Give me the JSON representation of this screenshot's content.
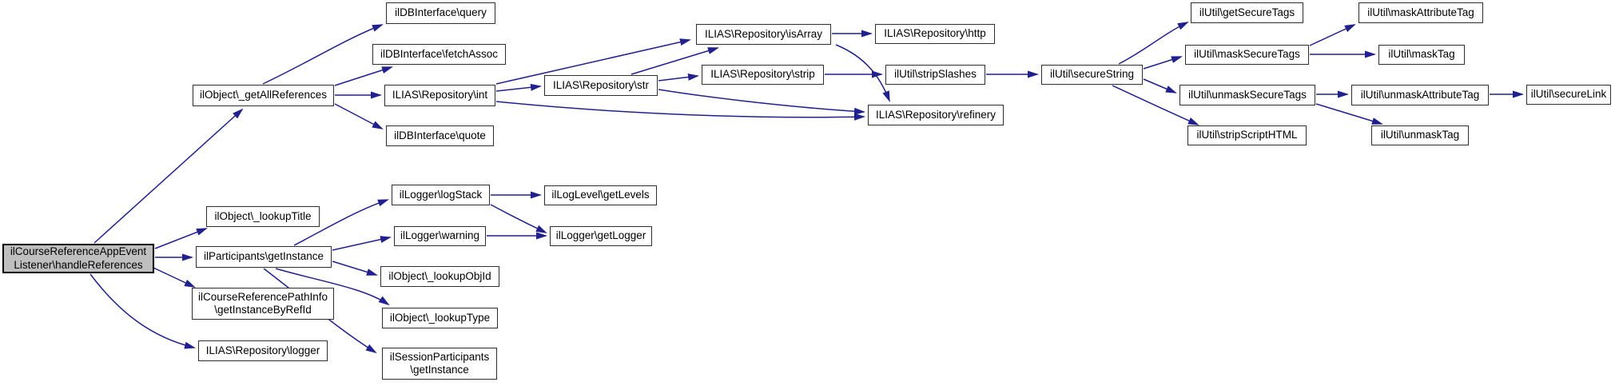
{
  "diagram": {
    "type": "call-graph",
    "background_color": "#ffffff",
    "edge_color": "#20208f",
    "node_fill": "#ffffff",
    "node_border_color": "#2e2e2e",
    "highlighted_node_fill": "#bfbfbf"
  },
  "nodes": {
    "handleReferences": {
      "label": "ilCourseReferenceAppEvent\nListener\\handleReferences",
      "highlighted": true
    },
    "getAllReferences": {
      "label": "ilObject\\_getAllReferences"
    },
    "query": {
      "label": "ilDBInterface\\query"
    },
    "fetchAssoc": {
      "label": "ilDBInterface\\fetchAssoc"
    },
    "int": {
      "label": "ILIAS\\Repository\\int"
    },
    "quote": {
      "label": "ilDBInterface\\quote"
    },
    "str": {
      "label": "ILIAS\\Repository\\str"
    },
    "isArray": {
      "label": "ILIAS\\Repository\\isArray"
    },
    "http": {
      "label": "ILIAS\\Repository\\http"
    },
    "strip": {
      "label": "ILIAS\\Repository\\strip"
    },
    "stripSlashes": {
      "label": "ilUtil\\stripSlashes"
    },
    "refinery": {
      "label": "ILIAS\\Repository\\refinery"
    },
    "secureString": {
      "label": "ilUtil\\secureString"
    },
    "getSecureTags": {
      "label": "ilUtil\\getSecureTags"
    },
    "maskSecureTags": {
      "label": "ilUtil\\maskSecureTags"
    },
    "unmaskSecureTags": {
      "label": "ilUtil\\unmaskSecureTags"
    },
    "stripScriptHTML": {
      "label": "ilUtil\\stripScriptHTML"
    },
    "maskAttributeTag": {
      "label": "ilUtil\\maskAttributeTag"
    },
    "maskTag": {
      "label": "ilUtil\\maskTag"
    },
    "unmaskAttributeTag": {
      "label": "ilUtil\\unmaskAttributeTag"
    },
    "unmaskTag": {
      "label": "ilUtil\\unmaskTag"
    },
    "secureLink": {
      "label": "ilUtil\\secureLink"
    },
    "lookupTitle": {
      "label": "ilObject\\_lookupTitle"
    },
    "participantsGetInstance": {
      "label": "ilParticipants\\getInstance"
    },
    "pathInfoGetInstanceByRefId": {
      "label": "ilCourseReferencePathInfo\n\\getInstanceByRefId"
    },
    "repositoryLogger": {
      "label": "ILIAS\\Repository\\logger"
    },
    "logStack": {
      "label": "ilLogger\\logStack"
    },
    "getLevels": {
      "label": "ilLogLevel\\getLevels"
    },
    "warning": {
      "label": "ilLogger\\warning"
    },
    "getLogger": {
      "label": "ilLogger\\getLogger"
    },
    "lookupObjId": {
      "label": "ilObject\\_lookupObjId"
    },
    "lookupType": {
      "label": "ilObject\\_lookupType"
    },
    "sessionParticipantsGetInstance": {
      "label": "ilSessionParticipants\n\\getInstance"
    }
  },
  "edges": [
    {
      "from": "handleReferences",
      "to": "getAllReferences"
    },
    {
      "from": "handleReferences",
      "to": "lookupTitle"
    },
    {
      "from": "handleReferences",
      "to": "participantsGetInstance"
    },
    {
      "from": "handleReferences",
      "to": "pathInfoGetInstanceByRefId"
    },
    {
      "from": "handleReferences",
      "to": "repositoryLogger"
    },
    {
      "from": "getAllReferences",
      "to": "query"
    },
    {
      "from": "getAllReferences",
      "to": "fetchAssoc"
    },
    {
      "from": "getAllReferences",
      "to": "int"
    },
    {
      "from": "getAllReferences",
      "to": "quote"
    },
    {
      "from": "int",
      "to": "isArray"
    },
    {
      "from": "int",
      "to": "str"
    },
    {
      "from": "int",
      "to": "refinery"
    },
    {
      "from": "str",
      "to": "isArray"
    },
    {
      "from": "str",
      "to": "strip"
    },
    {
      "from": "str",
      "to": "refinery"
    },
    {
      "from": "isArray",
      "to": "http"
    },
    {
      "from": "isArray",
      "to": "refinery"
    },
    {
      "from": "strip",
      "to": "stripSlashes"
    },
    {
      "from": "stripSlashes",
      "to": "secureString"
    },
    {
      "from": "secureString",
      "to": "getSecureTags"
    },
    {
      "from": "secureString",
      "to": "maskSecureTags"
    },
    {
      "from": "secureString",
      "to": "unmaskSecureTags"
    },
    {
      "from": "secureString",
      "to": "stripScriptHTML"
    },
    {
      "from": "maskSecureTags",
      "to": "maskAttributeTag"
    },
    {
      "from": "maskSecureTags",
      "to": "maskTag"
    },
    {
      "from": "unmaskSecureTags",
      "to": "unmaskAttributeTag"
    },
    {
      "from": "unmaskSecureTags",
      "to": "unmaskTag"
    },
    {
      "from": "unmaskAttributeTag",
      "to": "secureLink"
    },
    {
      "from": "participantsGetInstance",
      "to": "logStack"
    },
    {
      "from": "participantsGetInstance",
      "to": "warning"
    },
    {
      "from": "participantsGetInstance",
      "to": "lookupObjId"
    },
    {
      "from": "participantsGetInstance",
      "to": "lookupType"
    },
    {
      "from": "participantsGetInstance",
      "to": "sessionParticipantsGetInstance"
    },
    {
      "from": "logStack",
      "to": "getLevels"
    },
    {
      "from": "logStack",
      "to": "getLogger"
    },
    {
      "from": "warning",
      "to": "getLogger"
    }
  ]
}
